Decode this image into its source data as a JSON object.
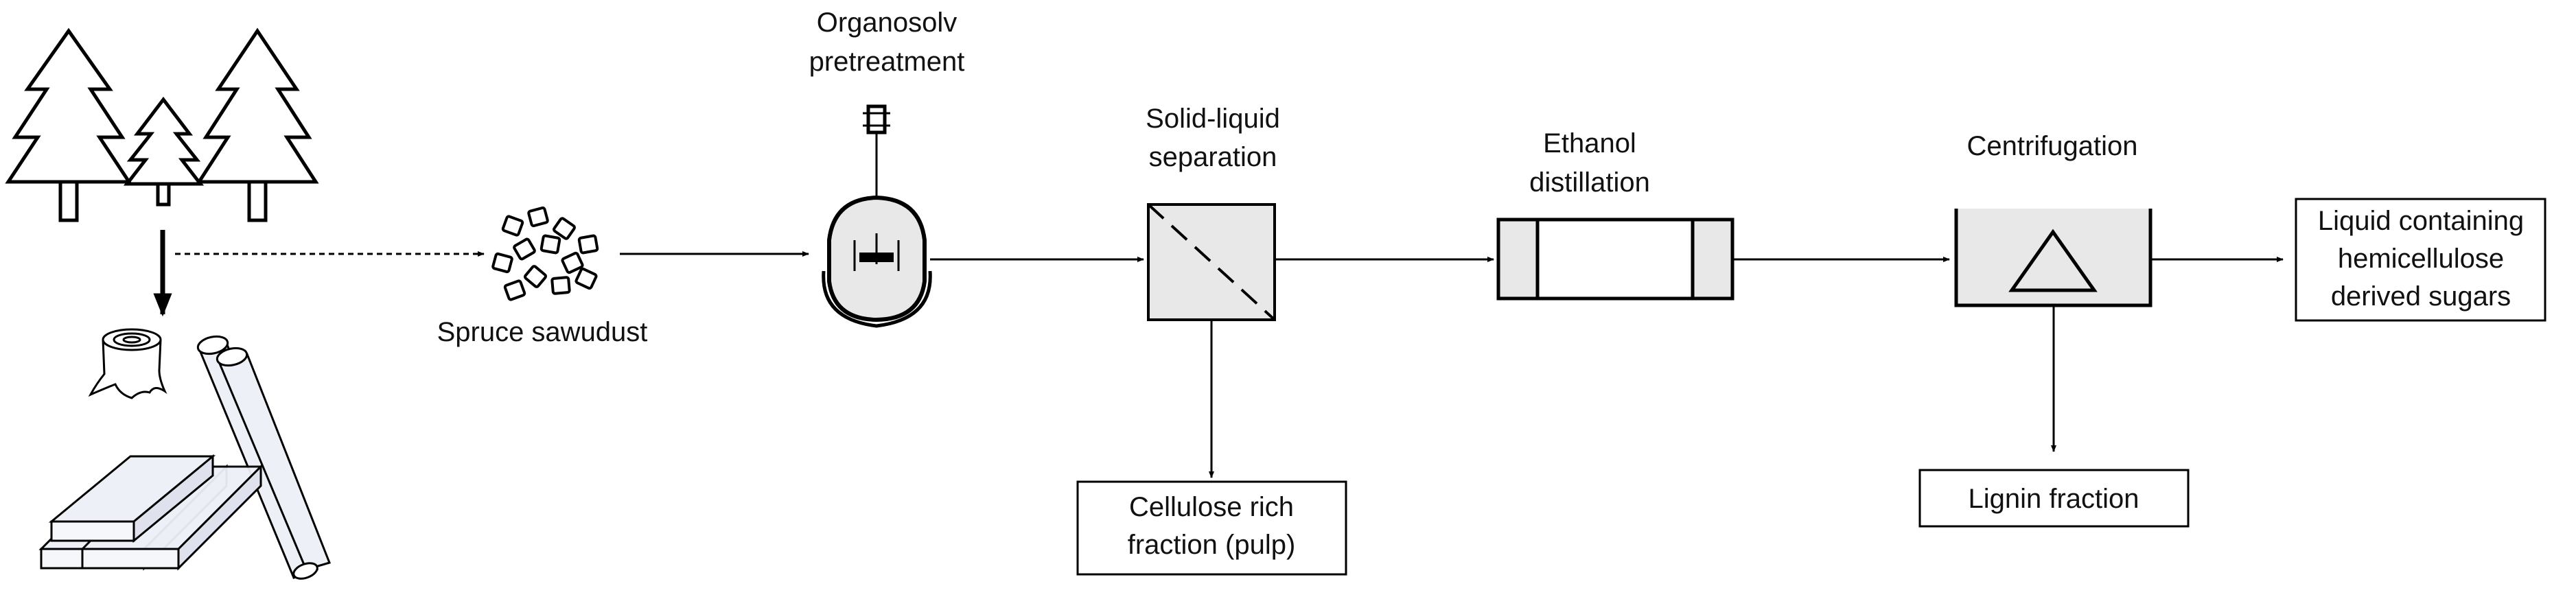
{
  "colors": {
    "stroke": "#000000",
    "unit_fill": "#e8e8e8",
    "background": "#ffffff",
    "wood_fill": "#eef0f7"
  },
  "icons": [
    "tree-icon",
    "log-stump-icon",
    "lumber-planks-icon",
    "wood-pipes-icon",
    "sawdust-icon",
    "reactor-icon",
    "filter-icon",
    "distillation-column-icon",
    "centrifuge-icon"
  ],
  "labels": {
    "feedstock": "Spruce sawudust",
    "organosolv_line1": "Organosolv",
    "organosolv_line2": "pretreatment",
    "separation_line1": "Solid-liquid",
    "separation_line2": "separation",
    "distillation_line1": "Ethanol",
    "distillation_line2": "distillation",
    "centrifugation": "Centrifugation"
  },
  "outputs": {
    "cellulose_line1": "Cellulose rich",
    "cellulose_line2": "fraction (pulp)",
    "lignin": "Lignin fraction",
    "liquid_line1": "Liquid containing",
    "liquid_line2": "hemicellulose",
    "liquid_line3": "derived sugars"
  }
}
